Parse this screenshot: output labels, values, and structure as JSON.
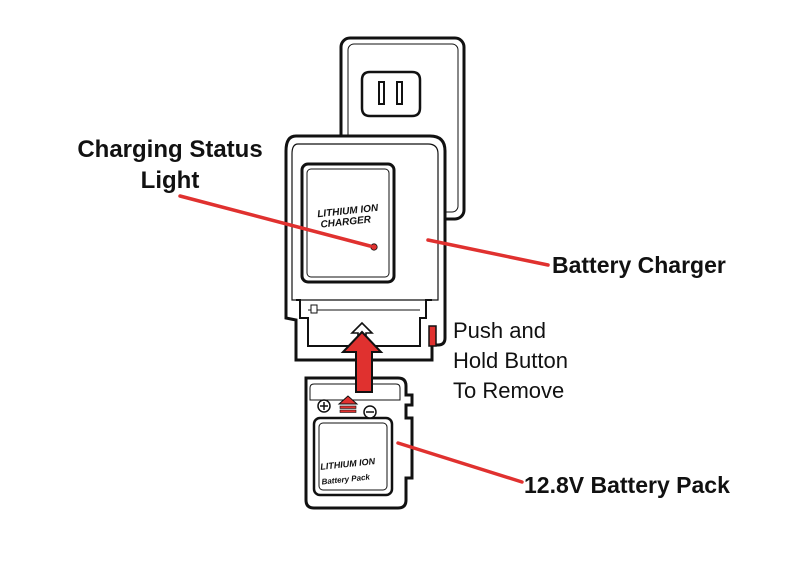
{
  "labels": {
    "charging_status_line1": "Charging Status",
    "charging_status_line2": "Light",
    "battery_charger": "Battery Charger",
    "push_line1": "Push and",
    "push_line2": "Hold Button",
    "push_line3": "To Remove",
    "battery_pack": "12.8V Battery Pack"
  },
  "device_text": {
    "charger_brand_line1": "LITHIUM ION",
    "charger_brand_line2": "CHARGER",
    "pack_brand_line1": "LITHIUM ION",
    "pack_brand_line2": "Battery Pack"
  },
  "icons": [
    "wall-outlet-icon",
    "plus-terminal-icon",
    "minus-terminal-icon",
    "insert-arrow-icon"
  ],
  "colors": {
    "leader_line": "#e0312f",
    "outline": "#111111",
    "led": "#e0312f",
    "background": "#ffffff"
  }
}
